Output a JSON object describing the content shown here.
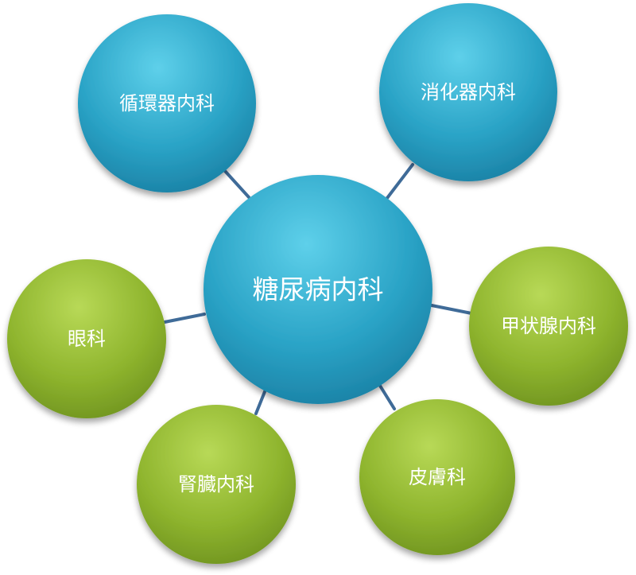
{
  "center": {
    "label": "糖尿病内科",
    "color": "blue"
  },
  "nodes": [
    {
      "label": "循環器内科",
      "color": "blue"
    },
    {
      "label": "消化器内科",
      "color": "blue"
    },
    {
      "label": "眼科",
      "color": "green"
    },
    {
      "label": "甲状腺内科",
      "color": "green"
    },
    {
      "label": "腎臓内科",
      "color": "green"
    },
    {
      "label": "皮膚科",
      "color": "green"
    }
  ],
  "colors": {
    "blue_fill": "#2aa3c6",
    "blue_highlight": "#5ed0ea",
    "blue_edge": "#1a7fa3",
    "green_fill": "#8fb52e",
    "green_highlight": "#b8d957",
    "green_edge": "#6f9320",
    "connector": "#3f6b98"
  }
}
